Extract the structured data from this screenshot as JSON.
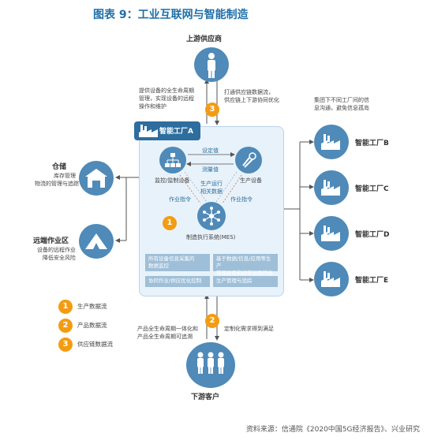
{
  "title": "图表 9：工业互联网与智能制造",
  "upstream": {
    "label": "上游供应商"
  },
  "downstream": {
    "label": "下游客户"
  },
  "upper_left_text": [
    "提供设备的全生命周期",
    "管理，实现设备的远程",
    "操作和维护"
  ],
  "upper_right_text": [
    "打通供应链数据流，",
    "供应链上下游协同优化"
  ],
  "right_top_text": [
    "集团下不同工厂间的信",
    "息沟通，避免信息孤岛"
  ],
  "factory_a": {
    "label": "智能工厂A"
  },
  "factories": [
    "智能工厂B",
    "智能工厂C",
    "智能工厂D",
    "智能工厂E"
  ],
  "warehouse": {
    "title": "仓储",
    "desc": [
      "库存管理",
      "物流的管理与追踪"
    ]
  },
  "remote": {
    "title": "远端作业区",
    "desc": [
      "设备的远程作业",
      "降低安全风险"
    ]
  },
  "inner": {
    "monitor": "监控/监制设备",
    "production": "生产设备",
    "mes": "制造执行系统(MES)",
    "set_value": "设定值",
    "measure_value": "测量值",
    "production_related": [
      "生产运行",
      "相关数据"
    ],
    "work_order_left": "作业指令",
    "work_order_right": "作业指令"
  },
  "bars": [
    [
      "所有设备信息采集的",
      "数据监控"
    ],
    [
      "基于数据/信息/应用等生产",
      "管理层面和经营层面的优化"
    ],
    [
      "协同作业/供应优化控制"
    ],
    [
      "生产管理与追踪"
    ]
  ],
  "bottom_left_text": [
    "产品全生命周期一体化和",
    "产品全生命周期可追溯"
  ],
  "bottom_right_text": [
    "定制化需求得到满足"
  ],
  "legend": [
    {
      "num": "1",
      "label": "生产数据流"
    },
    {
      "num": "2",
      "label": "产品数据流"
    },
    {
      "num": "3",
      "label": "供应链数据流"
    }
  ],
  "markers": {
    "top": "3",
    "inner": "1",
    "bottom": "2"
  },
  "source": "资料来源：信通院《2020中国5G经济报告》、兴业研究",
  "colors": {
    "accent": "#4f8ab8",
    "orange": "#f39c12",
    "panel": "#e8f2fa"
  }
}
